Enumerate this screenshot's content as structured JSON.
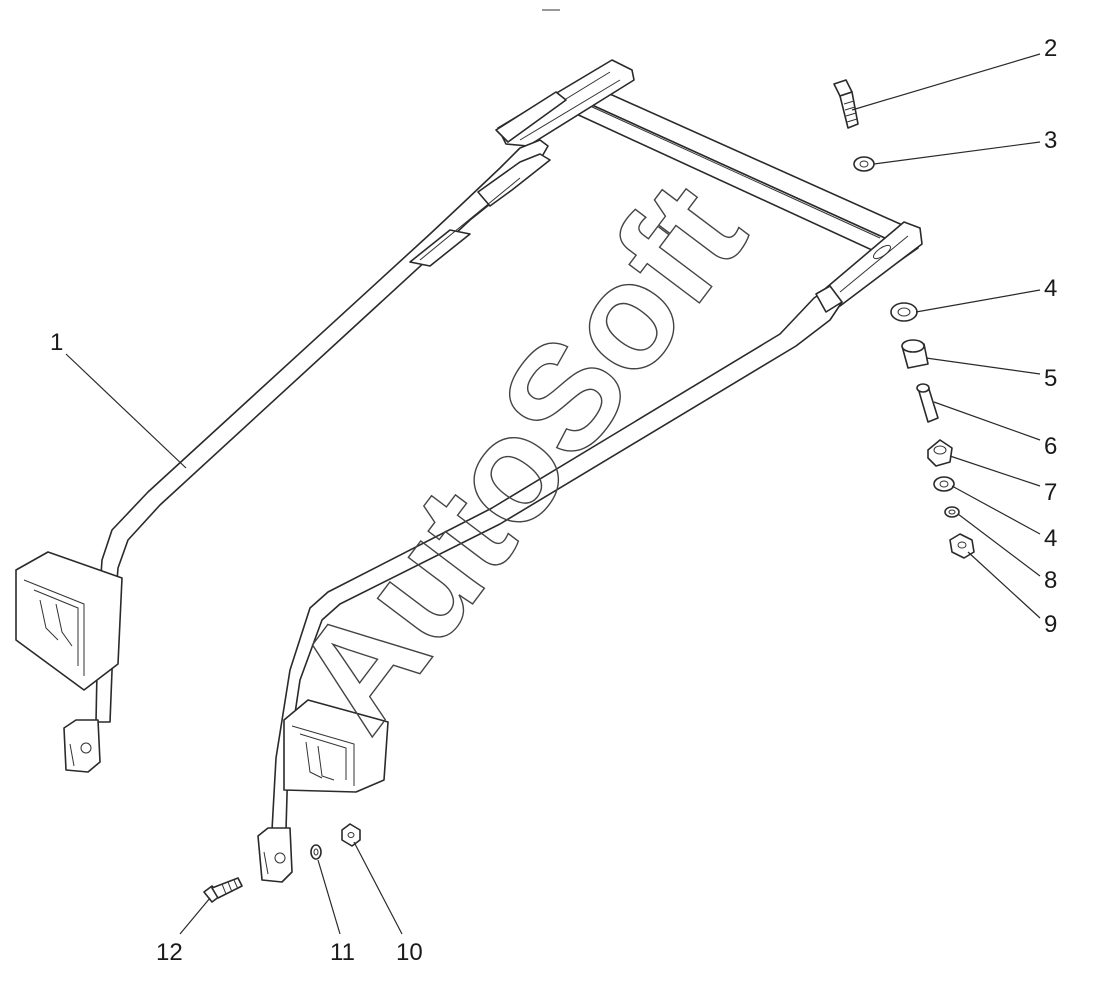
{
  "diagram": {
    "watermark": "AutoSoft",
    "callouts": [
      {
        "id": "1",
        "text": "1"
      },
      {
        "id": "2",
        "text": "2"
      },
      {
        "id": "3",
        "text": "3"
      },
      {
        "id": "4a",
        "text": "4"
      },
      {
        "id": "5",
        "text": "5"
      },
      {
        "id": "6",
        "text": "6"
      },
      {
        "id": "7",
        "text": "7"
      },
      {
        "id": "4b",
        "text": "4"
      },
      {
        "id": "8",
        "text": "8"
      },
      {
        "id": "9",
        "text": "9"
      },
      {
        "id": "10",
        "text": "10"
      },
      {
        "id": "11",
        "text": "11"
      },
      {
        "id": "12",
        "text": "12"
      }
    ]
  }
}
